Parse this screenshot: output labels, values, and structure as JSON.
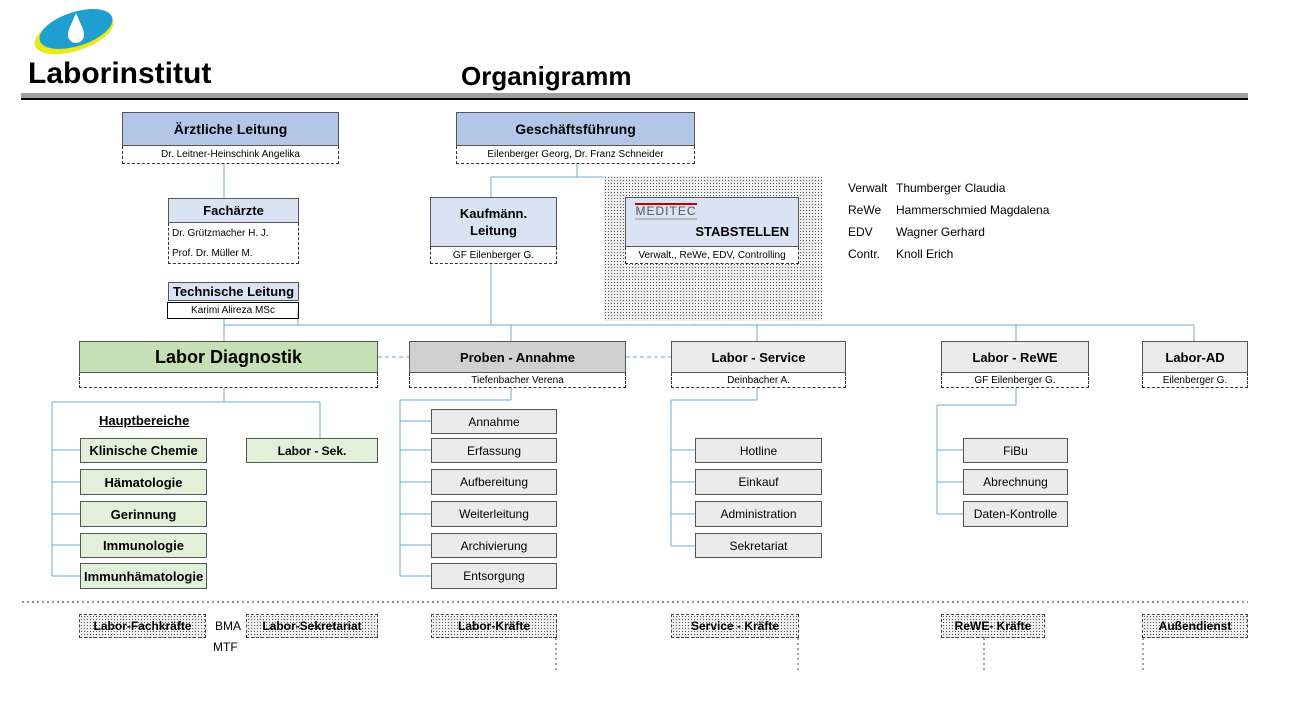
{
  "header": {
    "org_name": "Laborinstitut",
    "title": "Organigramm"
  },
  "top": {
    "medical": {
      "title": "Ärztliche Leitung",
      "person": "Dr. Leitner-Heinschink  Angelika"
    },
    "management": {
      "title": "Geschäftsführung",
      "person": "Eilenberger Georg, Dr. Franz Schneider"
    }
  },
  "specialists": {
    "title": "Fachärzte",
    "persons": [
      "Dr. Grützmacher H. J.",
      "Prof. Dr. Müller M."
    ]
  },
  "technical": {
    "title": "Technische Leitung",
    "person": "Karimi Alireza MSc"
  },
  "commercial": {
    "title_line1": "Kaufmänn.",
    "title_line2": "Leitung",
    "person": "GF Eilenberger G."
  },
  "staff": {
    "logo_text": "MEDITEC",
    "title": "STABSTELLEN",
    "subtitle": "Verwalt.,  ReWe,  EDV,  Controlling"
  },
  "staff_legend": [
    {
      "abbr": "Verwalt",
      "name": "Thumberger Claudia"
    },
    {
      "abbr": "ReWe",
      "name": "Hammerschmied Magdalena"
    },
    {
      "abbr": "EDV",
      "name": "Wagner Gerhard"
    },
    {
      "abbr": "Contr.",
      "name": "Knoll Erich"
    }
  ],
  "departments": {
    "diagnostik": {
      "title": "Labor Diagnostik",
      "person": ""
    },
    "proben": {
      "title": "Proben - Annahme",
      "person": "Tiefenbacher Verena"
    },
    "service": {
      "title": "Labor - Service",
      "person": "Deinbacher A."
    },
    "rewe": {
      "title": "Labor - ReWE",
      "person": "GF Eilenberger G."
    },
    "ad": {
      "title": "Labor-AD",
      "person": "Eilenberger G."
    }
  },
  "diagnostik_sub": {
    "heading": "Hauptbereiche",
    "areas": [
      "Klinische Chemie",
      "Hämatologie",
      "Gerinnung",
      "Immunologie",
      "Immunhämatologie"
    ],
    "secretariat": "Labor - Sek."
  },
  "proben_items": [
    "Annahme",
    "Erfassung",
    "Aufbereitung",
    "Weiterleitung",
    "Archivierung",
    "Entsorgung"
  ],
  "service_items": [
    "Hotline",
    "Einkauf",
    "Administration",
    "Sekretariat"
  ],
  "rewe_items": [
    "FiBu",
    "Abrechnung",
    "Daten-Kontrolle"
  ],
  "footer": {
    "fachkraefte": "Labor-Fachkräfte",
    "bma": "BMA",
    "mtf": "MTF",
    "sekretariat": "Labor-Sekretariat",
    "kraefte": "Labor-Kräfte",
    "service": "Service - Kräfte",
    "rewe": "ReWE- Kräfte",
    "aussendienst": "Außendienst"
  },
  "colors": {
    "blue_header": "#b4c6e7",
    "green_header": "#c5e0b4",
    "grey_header": "#d0d0d0",
    "connector": "#5b9bd5"
  }
}
